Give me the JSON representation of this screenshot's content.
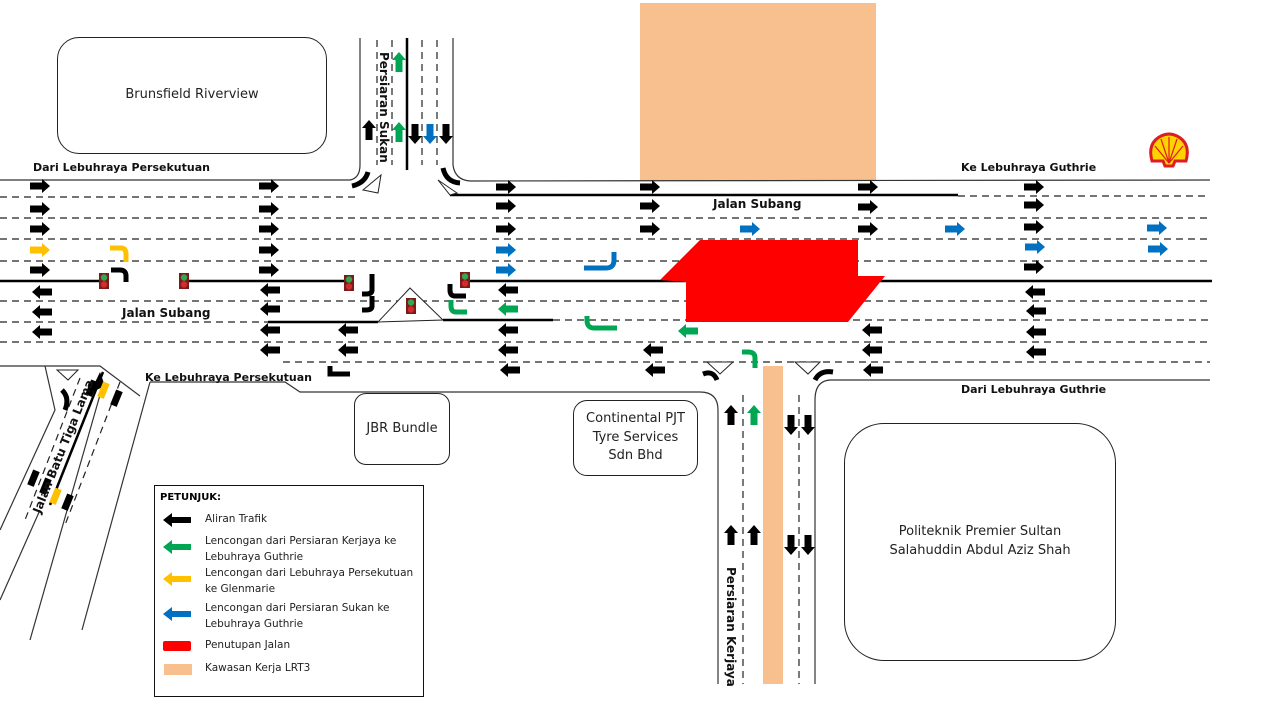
{
  "map_title": "Pelan Lencongan Trafik Jalan Subang - Kerja LRT3",
  "colors": {
    "traffic": "#000000",
    "detour_kerjaya": "#00A651",
    "detour_persekutuan": "#FFC000",
    "detour_sukan": "#0070C0",
    "road_closure": "#FF0000",
    "lrt3_work_zone": "#F8C08E"
  },
  "roads": {
    "jalan_subang_top": "Jalan Subang",
    "jalan_subang_left": "Jalan Subang",
    "persiaran_sukan": "Persiaran Sukan",
    "persiaran_kerjaya": "Persiaran Kerjaya",
    "jalan_batu_tiga_lama": "Jalan Batu Tiga Lama"
  },
  "directions": {
    "from_persekutuan": "Dari Lebuhraya Persekutuan",
    "to_persekutuan": "Ke Lebuhraya Persekutuan",
    "to_guthrie": "Ke Lebuhraya Guthrie",
    "from_guthrie": "Dari Lebuhraya Guthrie"
  },
  "buildings": {
    "brunsfield": "Brunsfield Riverview",
    "jbr": "JBR Bundle",
    "continental": "Continental PJT Tyre Services Sdn Bhd",
    "politeknik": "Politeknik Premier Sultan Salahuddin Abdul Aziz Shah"
  },
  "landmarks": {
    "petrol_station": "shell-logo"
  },
  "legend": {
    "title": "PETUNJUK:",
    "items": [
      {
        "label": "Aliran Trafik",
        "type": "arrow",
        "color": "#000000"
      },
      {
        "label": "Lencongan dari Persiaran Kerjaya ke Lebuhraya Guthrie",
        "type": "arrow",
        "color": "#00A651"
      },
      {
        "label": "Lencongan dari Lebuhraya Persekutuan ke Glenmarie",
        "type": "arrow",
        "color": "#FFC000"
      },
      {
        "label": "Lencongan dari Persiaran Sukan ke Lebuhraya Guthrie",
        "type": "arrow",
        "color": "#0070C0"
      },
      {
        "label": "Penutupan Jalan",
        "type": "box",
        "color": "#FF0000"
      },
      {
        "label": "Kawasan Kerja LRT3",
        "type": "box",
        "color": "#F8C08E"
      }
    ]
  }
}
